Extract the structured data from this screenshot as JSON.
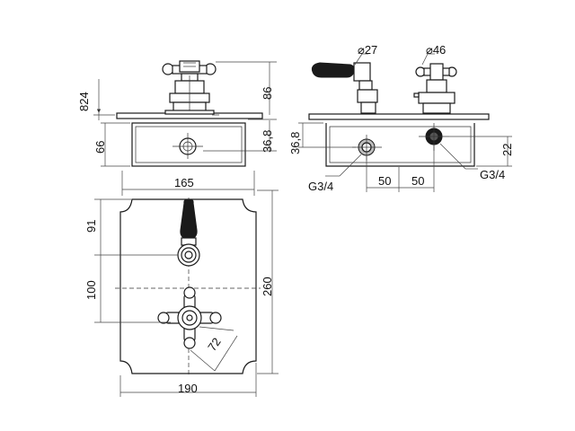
{
  "colors": {
    "line": "#1a1a1a",
    "background": "#ffffff",
    "handle": "#1a1a1a",
    "outlet": "#bdbdbd"
  },
  "dimensions": {
    "side_824": "824",
    "side_86": "86",
    "side_66": "66",
    "side_36_8_left": "36,8",
    "side_165": "165",
    "back_dia_27": "⌀27",
    "back_dia_46": "⌀46",
    "back_36_8": "36,8",
    "back_22": "22",
    "back_g34_left": "G3/4",
    "back_g34_right": "G3/4",
    "back_50_left": "50",
    "back_50_right": "50",
    "front_91": "91",
    "front_100": "100",
    "front_260": "260",
    "front_72": "72",
    "front_190": "190"
  }
}
